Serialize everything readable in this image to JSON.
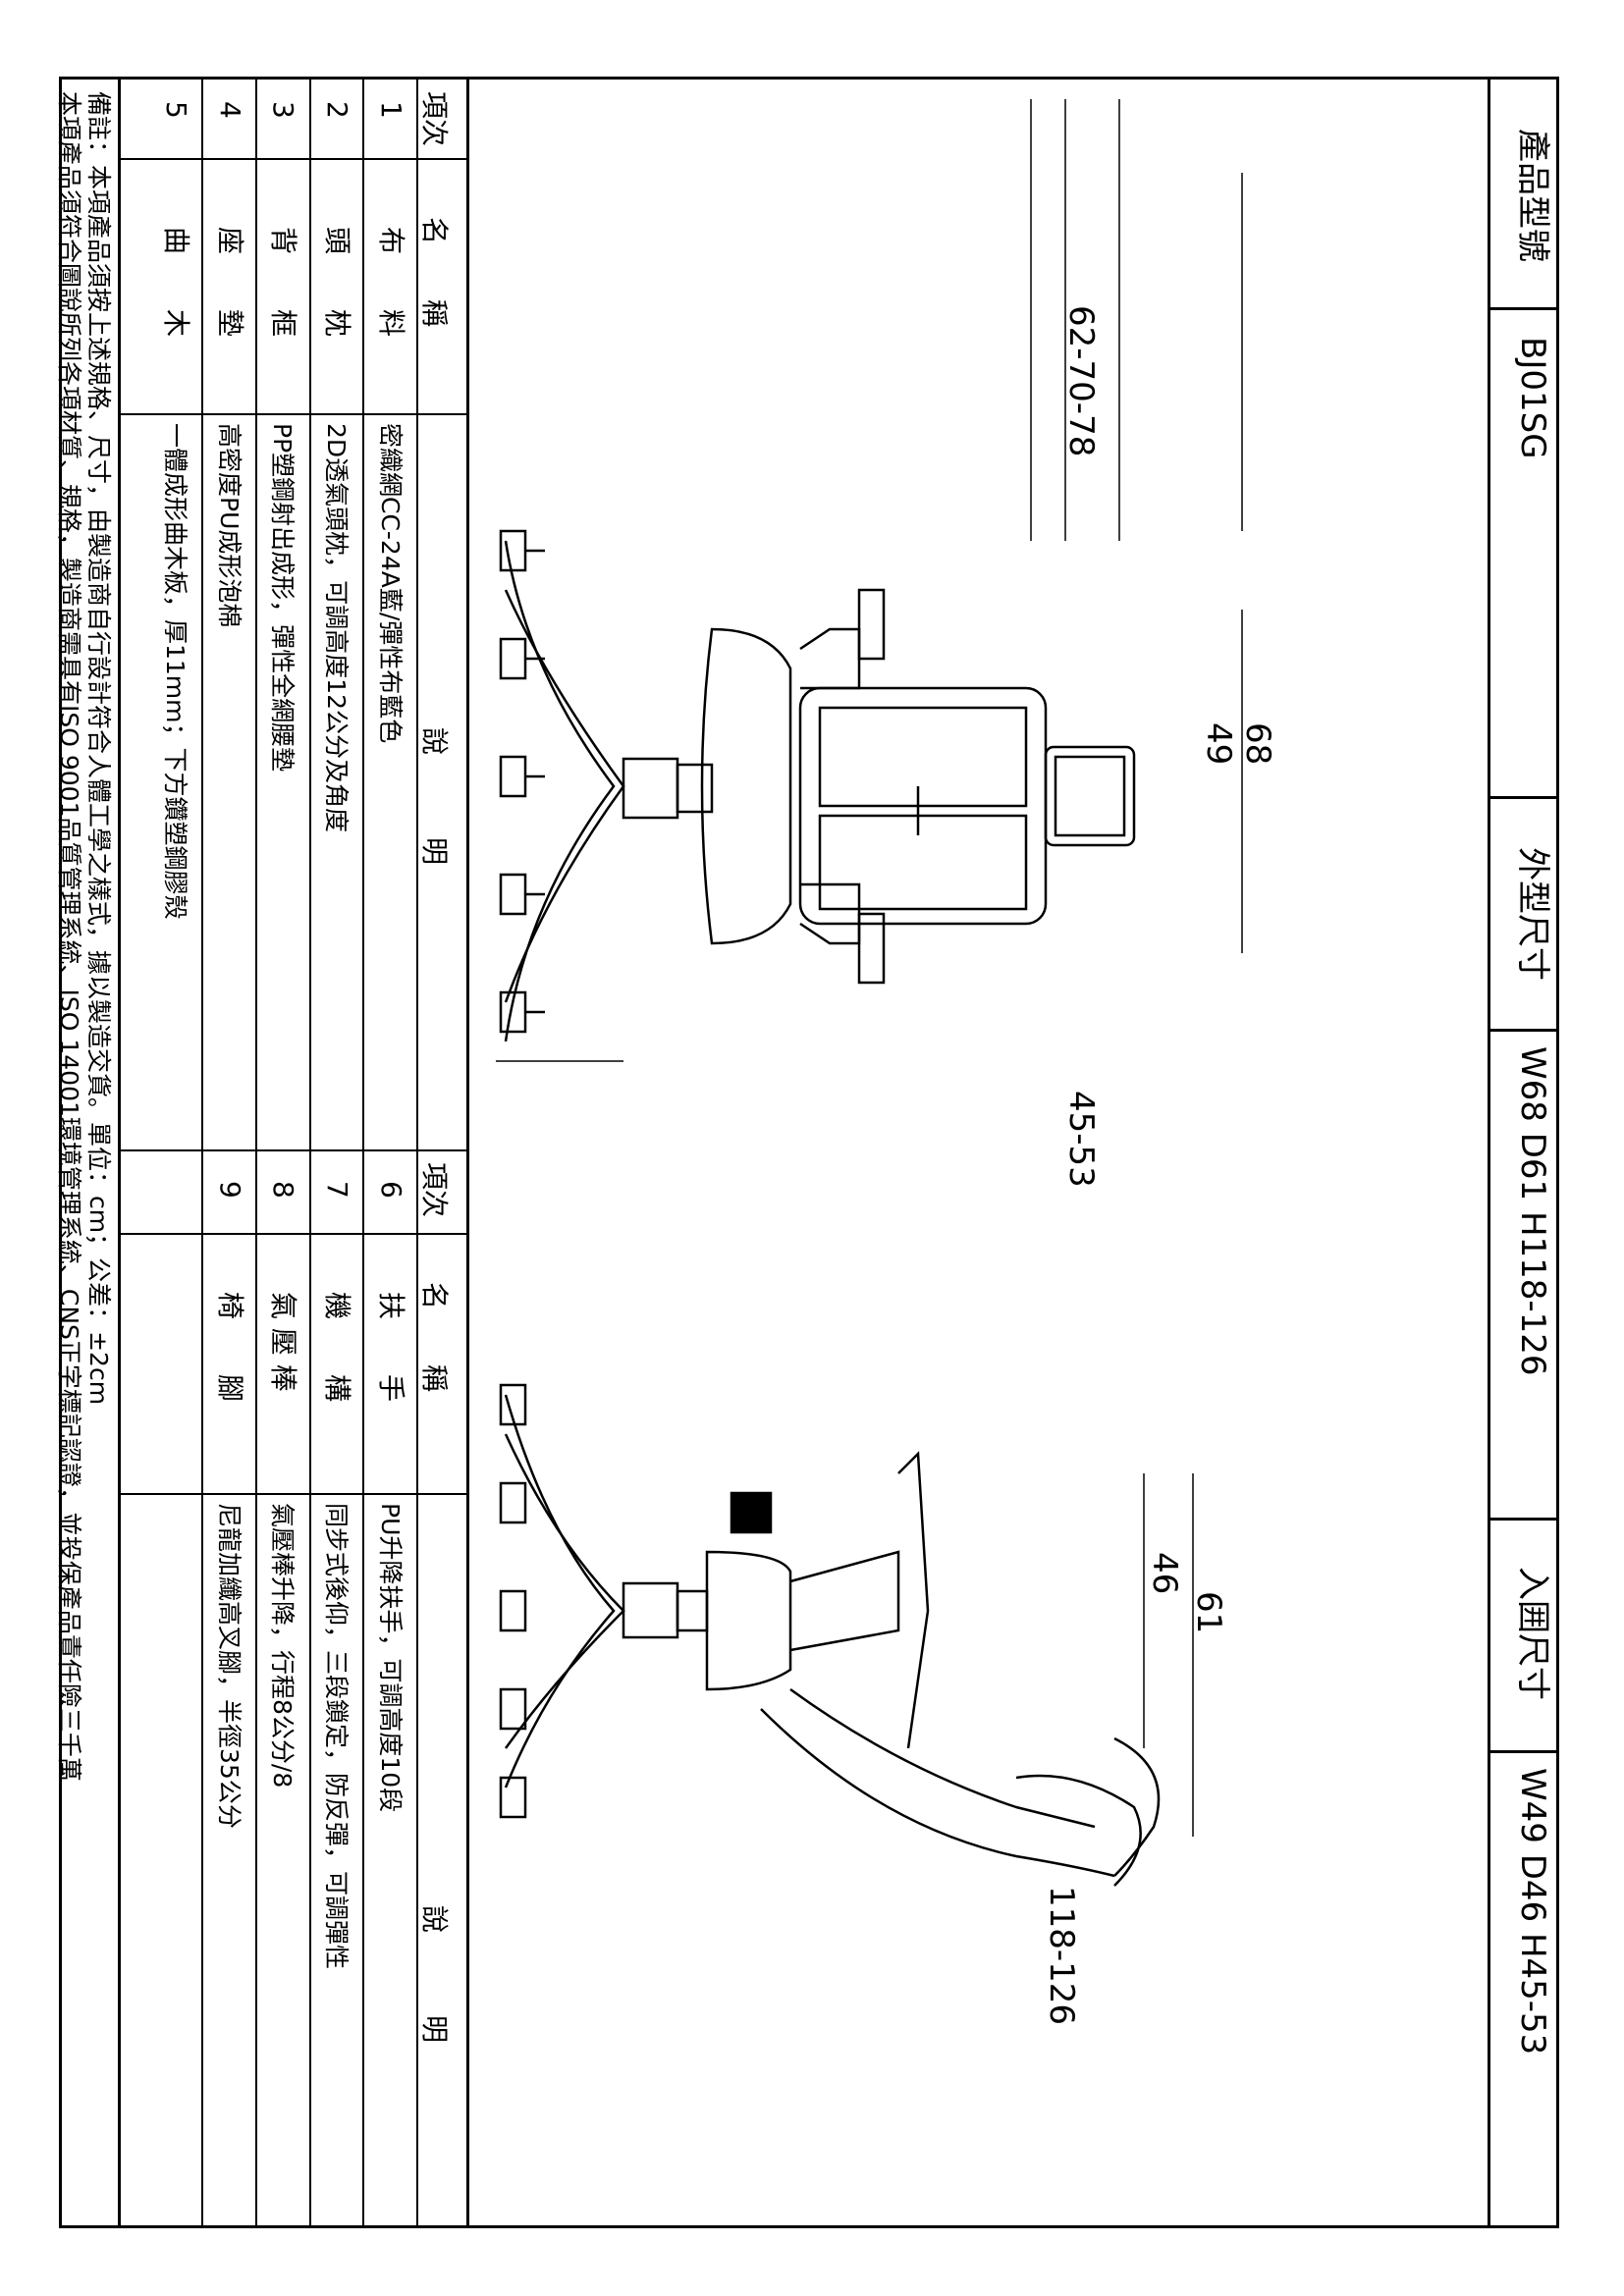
{
  "header": {
    "model_label": "產品型號",
    "model_value": "BJ01SG",
    "outer_label": "外型尺寸",
    "outer_value": "W68 D61 H118-126",
    "seat_label": "入囲尺寸",
    "seat_value": "W49 D46 H45-53"
  },
  "table": {
    "col_no": "項次",
    "col_name": "名　　稱",
    "col_desc": "說　　　明",
    "rows_left": [
      {
        "no": "1",
        "name": "布　　料",
        "desc": "密織網CC-24A藍/彈性布藍色"
      },
      {
        "no": "2",
        "name": "頭　　枕",
        "desc": "2D透氣頭枕，可調高度12公分及角度"
      },
      {
        "no": "3",
        "name": "背　　框",
        "desc": "PP塑鋼射出成形，彈性全網腰墊"
      },
      {
        "no": "4",
        "name": "座　　墊",
        "desc": "高密度PU成形泡棉"
      },
      {
        "no": "5",
        "name": "曲　　木",
        "desc": "一體成形曲木板，厚11mm；下方鑽塑鋼膠殼"
      }
    ],
    "rows_right": [
      {
        "no": "6",
        "name": "扶　　手",
        "desc": "PU升降扶手，可調高度10段"
      },
      {
        "no": "7",
        "name": "機　　構",
        "desc": "同步式後仰，三段鎖定，防反彈，可調彈性"
      },
      {
        "no": "8",
        "name": "氣 壓 棒",
        "desc": "氣壓棒升降，行程8公分/8"
      },
      {
        "no": "9",
        "name": "椅　　腳",
        "desc": "尼龍加纖高叉腳，半徑35公分"
      }
    ]
  },
  "notes": {
    "line1": "備註：本項產品須按上述規格、尺寸，由製造商自行設計符合人體工學之樣式，據以製造交貨。單位：cm；公差：±2cm",
    "line2": "本項產品須符合圖說所列各項材質、規格，製造商需具有ISO 9001品質管理系統、ISO 14001環境管理系統、CNS正字標記認證，並投保產品責任險三千萬"
  },
  "dimensions": {
    "front_width": "62-70-78",
    "front_seat_width": "45-53",
    "front_back_width_outer": "68",
    "front_back_width_inner": "49",
    "side_height": "118-126",
    "side_depth_outer": "61",
    "side_depth_inner": "46"
  }
}
